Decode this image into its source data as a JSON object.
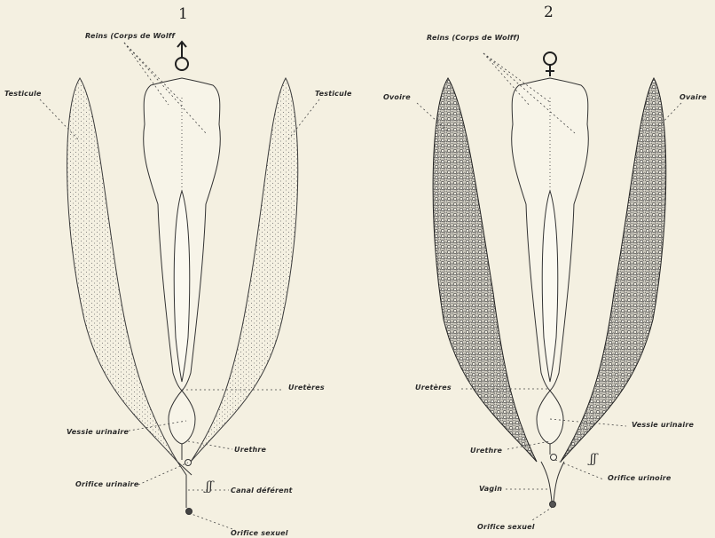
{
  "figures": [
    {
      "number": "1",
      "sex_symbol_name": "male-symbol",
      "labels": {
        "reins": "Reins (Corps de Wolff",
        "testicule_left": "Testicule",
        "testicule_right": "Testicule",
        "ureteres": "Uretères",
        "vessie": "Vessie urinaire",
        "urethre": "Urethre",
        "orifice_urinaire": "Orifice urinaire",
        "canal": "Canal déférent",
        "orifice_sexuel": "Orifice sexuel"
      }
    },
    {
      "number": "2",
      "sex_symbol_name": "female-symbol",
      "labels": {
        "reins": "Reins (Corps de Wolff)",
        "ovaire_left": "Ovoire",
        "ovaire_right": "Ovaire",
        "ureteres": "Uretères",
        "vessie": "Vessie urinaire",
        "urethre": "Urethre",
        "orifice_urinaire": "Orifice urinoire",
        "vagin": "Vagin",
        "orifice_sexuel": "Orifice sexuel"
      }
    }
  ],
  "colors": {
    "paper": "#f4f0e1",
    "ink": "#2a2a2a",
    "stipple": "#555555"
  }
}
